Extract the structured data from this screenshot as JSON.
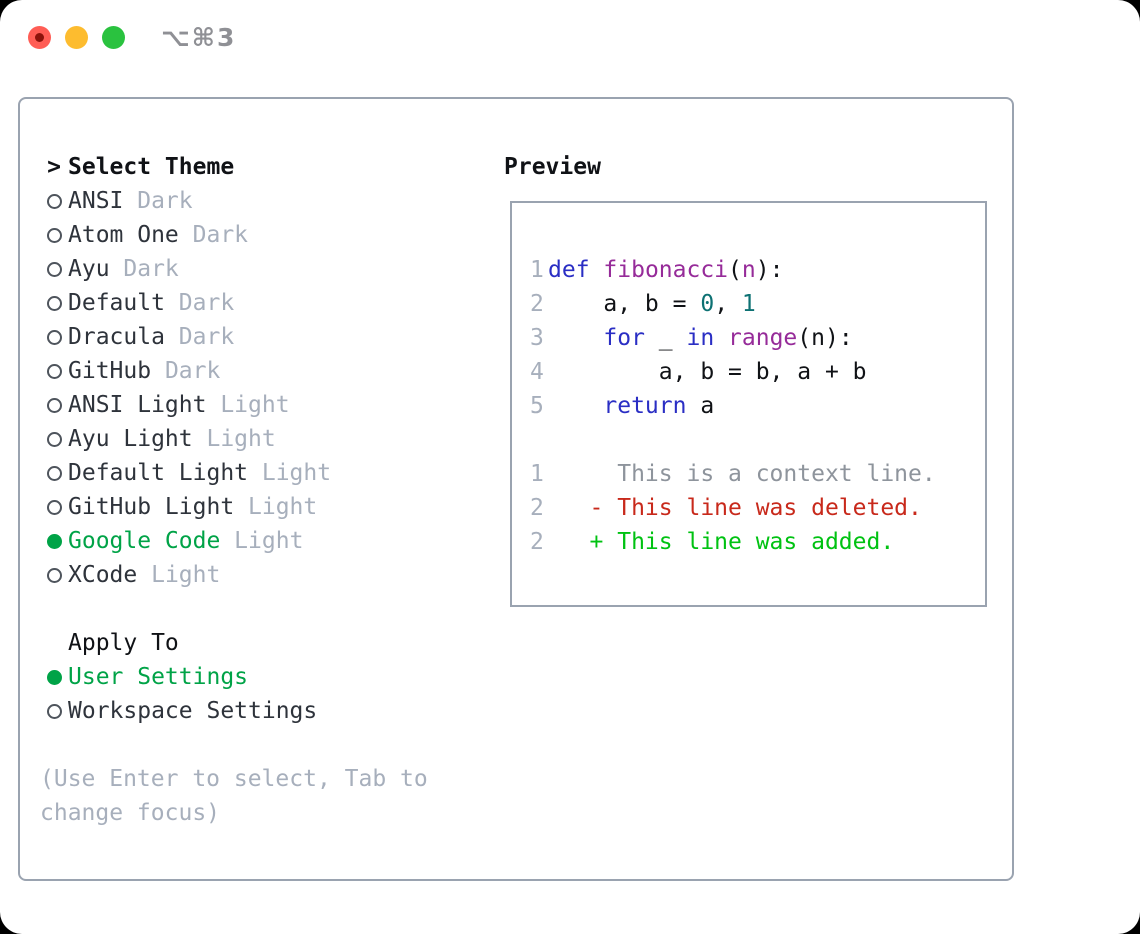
{
  "window": {
    "title": "⌥⌘3"
  },
  "theme_picker": {
    "cursor": ">",
    "title": "Select Theme",
    "themes": [
      {
        "name": "ANSI",
        "variant": "Dark",
        "selected": false
      },
      {
        "name": "Atom One",
        "variant": "Dark",
        "selected": false
      },
      {
        "name": "Ayu",
        "variant": "Dark",
        "selected": false
      },
      {
        "name": "Default",
        "variant": "Dark",
        "selected": false
      },
      {
        "name": "Dracula",
        "variant": "Dark",
        "selected": false
      },
      {
        "name": "GitHub",
        "variant": "Dark",
        "selected": false
      },
      {
        "name": "ANSI Light",
        "variant": "Light",
        "selected": false
      },
      {
        "name": "Ayu Light",
        "variant": "Light",
        "selected": false
      },
      {
        "name": "Default Light",
        "variant": "Light",
        "selected": false
      },
      {
        "name": "GitHub Light",
        "variant": "Light",
        "selected": false
      },
      {
        "name": "Google Code",
        "variant": "Light",
        "selected": true
      },
      {
        "name": "XCode",
        "variant": "Light",
        "selected": false
      }
    ],
    "apply_to": {
      "title": "Apply To",
      "options": [
        {
          "label": "User Settings",
          "selected": true
        },
        {
          "label": "Workspace Settings",
          "selected": false
        }
      ]
    },
    "help_text": "(Use Enter to select, Tab to change focus)"
  },
  "preview": {
    "title": "Preview",
    "code_lines": [
      {
        "num": "1",
        "tokens": [
          {
            "c": "kw",
            "t": "def"
          },
          {
            "c": "pl",
            "t": " "
          },
          {
            "c": "fn",
            "t": "fibonacci"
          },
          {
            "c": "pl",
            "t": "("
          },
          {
            "c": "fn",
            "t": "n"
          },
          {
            "c": "pl",
            "t": "):"
          }
        ]
      },
      {
        "num": "2",
        "tokens": [
          {
            "c": "pl",
            "t": "    a, b = "
          },
          {
            "c": "lit",
            "t": "0"
          },
          {
            "c": "pl",
            "t": ", "
          },
          {
            "c": "lit",
            "t": "1"
          }
        ]
      },
      {
        "num": "3",
        "tokens": [
          {
            "c": "pl",
            "t": "    "
          },
          {
            "c": "kw",
            "t": "for"
          },
          {
            "c": "pl",
            "t": " _ "
          },
          {
            "c": "kw",
            "t": "in"
          },
          {
            "c": "pl",
            "t": " "
          },
          {
            "c": "fn",
            "t": "range"
          },
          {
            "c": "pl",
            "t": "(n):"
          }
        ]
      },
      {
        "num": "4",
        "tokens": [
          {
            "c": "pl",
            "t": "        a, b = b, a + b"
          }
        ]
      },
      {
        "num": "5",
        "tokens": [
          {
            "c": "pl",
            "t": "    "
          },
          {
            "c": "kw",
            "t": "return"
          },
          {
            "c": "pl",
            "t": " a"
          }
        ]
      }
    ],
    "diff_lines": [
      {
        "num": "1",
        "type": "context",
        "marker": "",
        "text": "This is a context line."
      },
      {
        "num": "2",
        "type": "deleted",
        "marker": "-",
        "text": "This line was deleted."
      },
      {
        "num": "2",
        "type": "added",
        "marker": "+",
        "text": "This line was added."
      }
    ]
  },
  "colors": {
    "selection_green": "#00a347",
    "added_green": "#00c212",
    "deleted_red": "#c8291b",
    "keyword_blue": "#2a2ec4",
    "function_purple": "#962b99",
    "literal_teal": "#0d7173",
    "muted_gray": "#a7afbc",
    "border_gray": "#9aa3b0"
  }
}
